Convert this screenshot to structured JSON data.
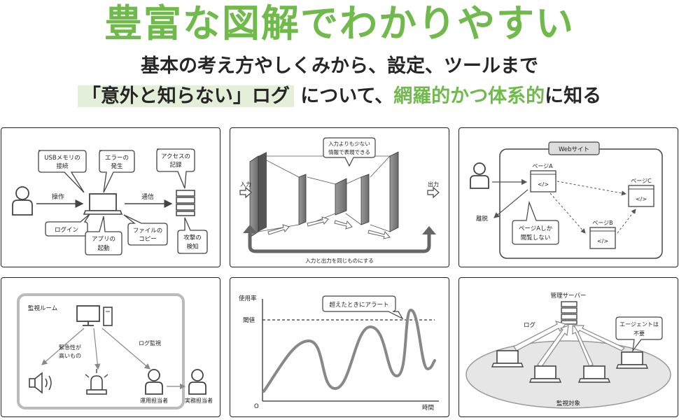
{
  "header": {
    "title": "豊富な図解でわかりやすい",
    "line1": "基本の考え方やしくみから、設定、ツールまで",
    "line2_highlight": "「意外と知らない」ログ",
    "line2_mid": "について、",
    "line2_green": "網羅的かつ体系的",
    "line2_end": "に知る"
  },
  "panel1": {
    "usb_line1": "USBメモリの",
    "usb_line2": "接続",
    "error_line1": "エラーの",
    "error_line2": "発生",
    "access_line1": "アクセスの",
    "access_line2": "記録",
    "op_label": "操作",
    "comm_label": "通信",
    "login": "ログイン",
    "app_line1": "アプリの",
    "app_line2": "起動",
    "file_line1": "ファイルの",
    "file_line2": "コピー",
    "attack_line1": "攻撃の",
    "attack_line2": "検知"
  },
  "panel2": {
    "callout_line1": "入力よりも少ない",
    "callout_line2": "情報で表現できる",
    "input_label": "入力",
    "output_label": "出力",
    "bottom_label": "入力と出力を同じものにする"
  },
  "panel3": {
    "site_label": "Webサイト",
    "page_a": "ページA",
    "page_b": "ページB",
    "page_c": "ページC",
    "code_glyph": "</>",
    "leave_label": "離脱",
    "bubble_line1": "ページAしか",
    "bubble_line2": "閲覧しない"
  },
  "panel4": {
    "room_label": "監視ルーム",
    "urgent_line1": "緊急性が",
    "urgent_line2": "高いもの",
    "log_monitor": "ログ監視",
    "ops_person": "運用担当者",
    "biz_person": "実務担当者"
  },
  "panel5": {
    "y_label": "使用率",
    "threshold": "閾値",
    "callout": "超えたときにアラート",
    "origin": "O",
    "x_label": "時間"
  },
  "panel6": {
    "server_label": "管理サーバー",
    "log_label": "ログ",
    "agent_line1": "エージェントは",
    "agent_line2": "不要",
    "target_label": "監視対象"
  },
  "colors": {
    "accent_green": "#6fba4b",
    "highlight_bg": "#e3efd9",
    "panel_gray": "#888888"
  }
}
